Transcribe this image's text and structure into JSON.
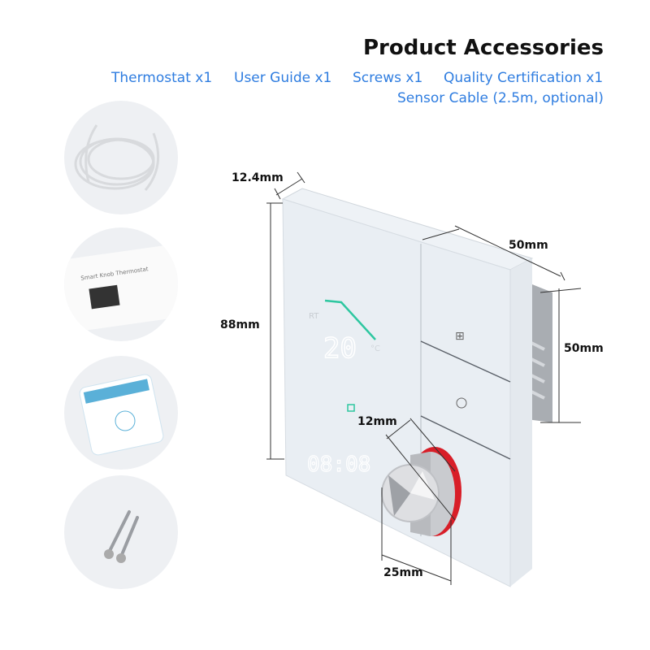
{
  "header": {
    "title": "Product Accessories",
    "accessories": [
      "Thermostat x1",
      "User Guide x1",
      "Screws x1",
      "Quality Certification x1",
      "Sensor Cable (2.5m, optional)"
    ]
  },
  "thumbnails": [
    "sensor-cable",
    "user-guide",
    "quality-certification",
    "screws"
  ],
  "dimensions": {
    "depth": "12.4mm",
    "height": "88mm",
    "back_width": "50mm",
    "back_height": "50mm",
    "knob_depth": "12mm",
    "knob_diameter": "25mm"
  },
  "display": {
    "temperature": "20",
    "unit": "°C",
    "label": "RT",
    "clock": "08:08"
  },
  "colors": {
    "accent": "#2f7de0",
    "display_green": "#2ec7a0",
    "knob_ring": "#e0202a"
  }
}
